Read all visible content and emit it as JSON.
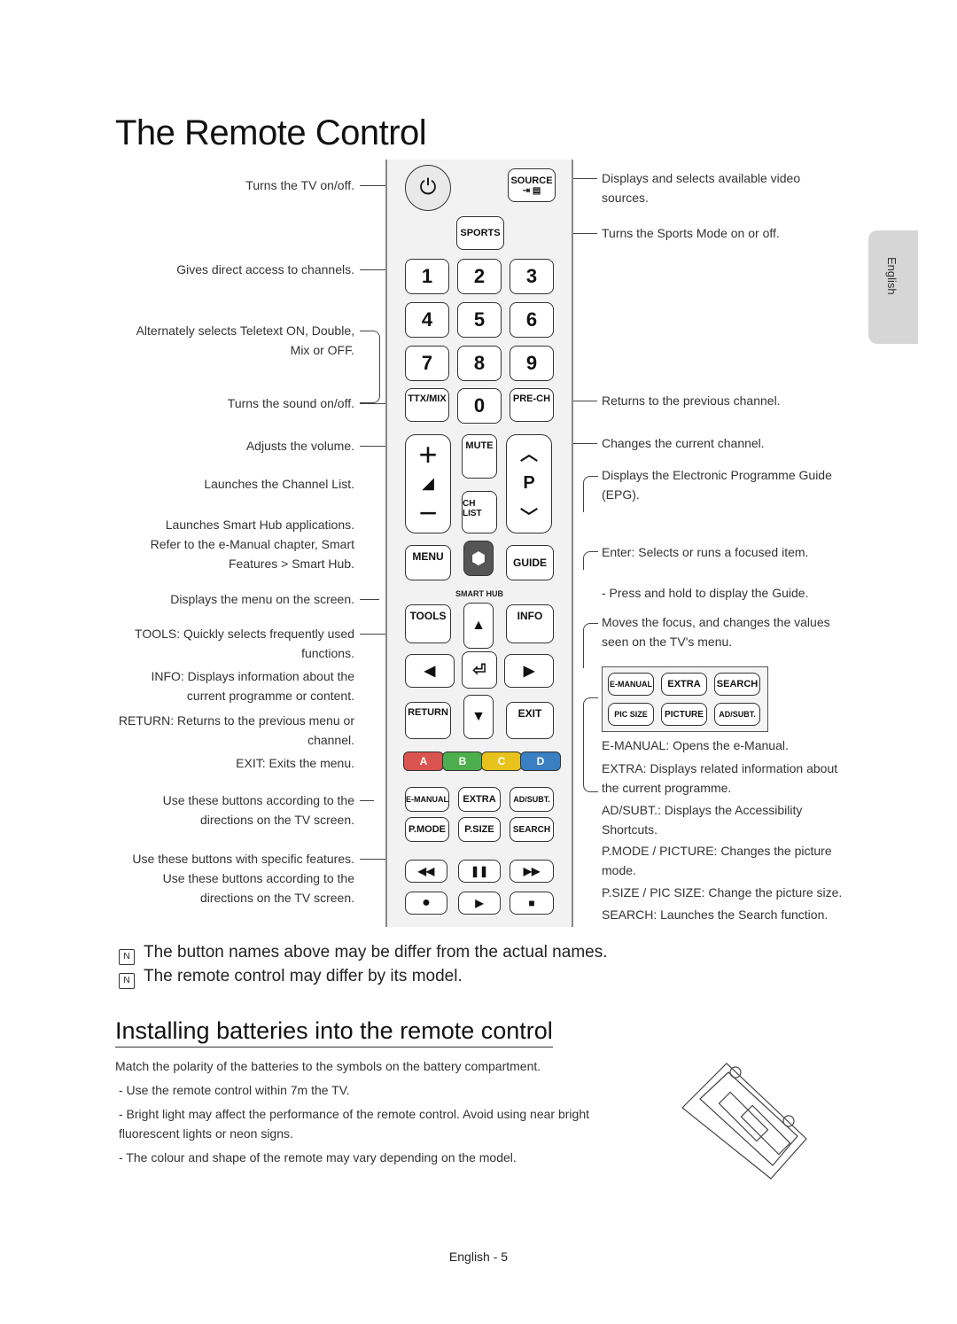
{
  "title": "The Remote Control",
  "side_tab": "English",
  "left_labels": [
    {
      "id": "power",
      "text": "Turns the TV on/off."
    },
    {
      "id": "channels",
      "text": "Gives direct access to channels."
    },
    {
      "id": "teletext",
      "text": "Alternately selects Teletext ON, Double, Mix or OFF."
    },
    {
      "id": "mute",
      "text": "Turns the sound on/off."
    },
    {
      "id": "volume",
      "text": "Adjusts the volume."
    },
    {
      "id": "chlist",
      "text": "Launches the Channel List."
    },
    {
      "id": "smarthub",
      "text": "Launches Smart Hub applications. Refer to the e-Manual chapter, Smart Features > Smart Hub."
    },
    {
      "id": "menu",
      "text": "Displays the menu on the screen."
    },
    {
      "id": "tools",
      "text": "TOOLS: Quickly selects frequently used functions."
    },
    {
      "id": "info",
      "text": "INFO: Displays information about the current programme or content."
    },
    {
      "id": "return",
      "text": "RETURN: Returns to the previous menu or channel."
    },
    {
      "id": "exit",
      "text": "EXIT: Exits the menu."
    },
    {
      "id": "colour",
      "text": "Use these buttons according to the directions on the TV screen."
    },
    {
      "id": "specific",
      "text": "Use these buttons with specific features. Use these buttons according to the directions on the TV screen."
    }
  ],
  "right_labels": [
    {
      "id": "source",
      "text": "Displays and selects available video sources."
    },
    {
      "id": "sports",
      "text": "Turns the Sports Mode on or off."
    },
    {
      "id": "prech",
      "text": "Returns to the previous channel."
    },
    {
      "id": "channel",
      "text": "Changes the current channel."
    },
    {
      "id": "epg",
      "text": "Displays the Electronic Programme Guide (EPG)."
    },
    {
      "id": "enter",
      "text": "Enter: Selects or runs a focused item."
    },
    {
      "id": "guide",
      "text": "-   Press and hold to display the Guide."
    },
    {
      "id": "focus",
      "text": "Moves the focus, and changes the values seen on the TV's menu."
    },
    {
      "id": "emanual",
      "text": "E-MANUAL: Opens the e-Manual."
    },
    {
      "id": "extra",
      "text": "EXTRA: Displays related information about the current programme."
    },
    {
      "id": "adsubt",
      "text": "AD/SUBT.: Displays the Accessibility Shortcuts."
    },
    {
      "id": "pmode",
      "text": "P.MODE / PICTURE: Changes the picture mode."
    },
    {
      "id": "psize",
      "text": "P.SIZE / PIC SIZE: Change the picture size."
    },
    {
      "id": "search",
      "text": "SEARCH: Launches the Search function."
    }
  ],
  "remote": {
    "source": "SOURCE",
    "sports": "SPORTS",
    "numbers": [
      "1",
      "2",
      "3",
      "4",
      "5",
      "6",
      "7",
      "8",
      "9"
    ],
    "ttx": "TTX/MIX",
    "zero": "0",
    "prech": "PRE-CH",
    "mute": "MUTE",
    "chlist": "CH LIST",
    "p": "P",
    "menu": "MENU",
    "guide": "GUIDE",
    "smarthub": "SMART HUB",
    "tools": "TOOLS",
    "info": "INFO",
    "return": "RETURN",
    "exit": "EXIT",
    "colours": [
      {
        "label": "A",
        "color": "#d9534f"
      },
      {
        "label": "B",
        "color": "#4cae4c"
      },
      {
        "label": "C",
        "color": "#e8c21c"
      },
      {
        "label": "D",
        "color": "#3a7fc1"
      }
    ],
    "emanual": "E-MANUAL",
    "extra": "EXTRA",
    "adsubt": "AD/SUBT.",
    "pmode": "P.MODE",
    "psize": "P.SIZE",
    "search": "SEARCH"
  },
  "keys_panel": [
    "E-MANUAL",
    "EXTRA",
    "SEARCH",
    "PIC SIZE",
    "PICTURE",
    "AD/SUBT."
  ],
  "notes": [
    "The button names above may be differ from the actual names.",
    "The remote control may differ by its model."
  ],
  "section2": {
    "heading": "Installing batteries into the remote control",
    "intro": "Match the polarity of the batteries to the symbols on the battery compartment.",
    "bullets": [
      "-   Use the remote control within 7m the TV.",
      "-   Bright light may affect the performance of the remote control. Avoid using near bright fluorescent lights or neon signs.",
      "-   The colour and shape of the remote may vary depending on the model."
    ]
  },
  "footer": "English - 5"
}
